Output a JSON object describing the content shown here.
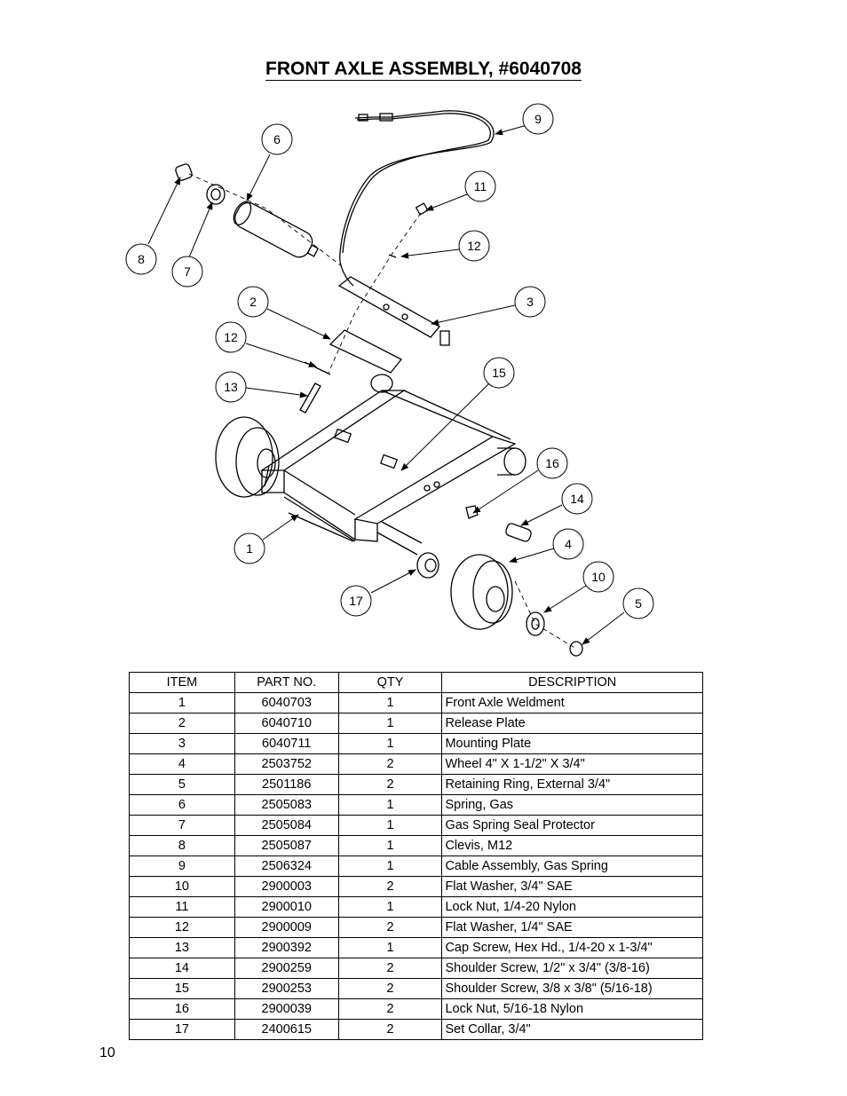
{
  "title": "FRONT AXLE ASSEMBLY, #6040708",
  "page_number": "10",
  "table": {
    "headers": [
      "ITEM",
      "PART NO.",
      "QTY",
      "DESCRIPTION"
    ],
    "rows": [
      [
        "1",
        "6040703",
        "1",
        "Front Axle Weldment"
      ],
      [
        "2",
        "6040710",
        "1",
        "Release Plate"
      ],
      [
        "3",
        "6040711",
        "1",
        "Mounting Plate"
      ],
      [
        "4",
        "2503752",
        "2",
        "Wheel 4\" X 1-1/2\" X 3/4\""
      ],
      [
        "5",
        "2501186",
        "2",
        "Retaining Ring, External 3/4\""
      ],
      [
        "6",
        "2505083",
        "1",
        "Spring, Gas"
      ],
      [
        "7",
        "2505084",
        "1",
        "Gas Spring Seal Protector"
      ],
      [
        "8",
        "2505087",
        "1",
        "Clevis, M12"
      ],
      [
        "9",
        "2506324",
        "1",
        "Cable Assembly, Gas Spring"
      ],
      [
        "10",
        "2900003",
        "2",
        "Flat Washer, 3/4\" SAE"
      ],
      [
        "11",
        "2900010",
        "1",
        "Lock Nut, 1/4-20 Nylon"
      ],
      [
        "12",
        "2900009",
        "2",
        "Flat Washer, 1/4\" SAE"
      ],
      [
        "13",
        "2900392",
        "1",
        "Cap Screw, Hex Hd., 1/4-20 x 1-3/4\""
      ],
      [
        "14",
        "2900259",
        "2",
        "Shoulder Screw, 1/2\" x 3/4\" (3/8-16)"
      ],
      [
        "15",
        "2900253",
        "2",
        "Shoulder Screw, 3/8 x 3/8\" (5/16-18)"
      ],
      [
        "16",
        "2900039",
        "2",
        "Lock Nut, 5/16-18 Nylon"
      ],
      [
        "17",
        "2400615",
        "2",
        "Set Collar, 3/4\""
      ]
    ]
  },
  "diagram": {
    "callouts": [
      "1",
      "2",
      "3",
      "4",
      "5",
      "6",
      "7",
      "8",
      "9",
      "10",
      "11",
      "12",
      "12",
      "13",
      "14",
      "15",
      "16",
      "17"
    ]
  }
}
